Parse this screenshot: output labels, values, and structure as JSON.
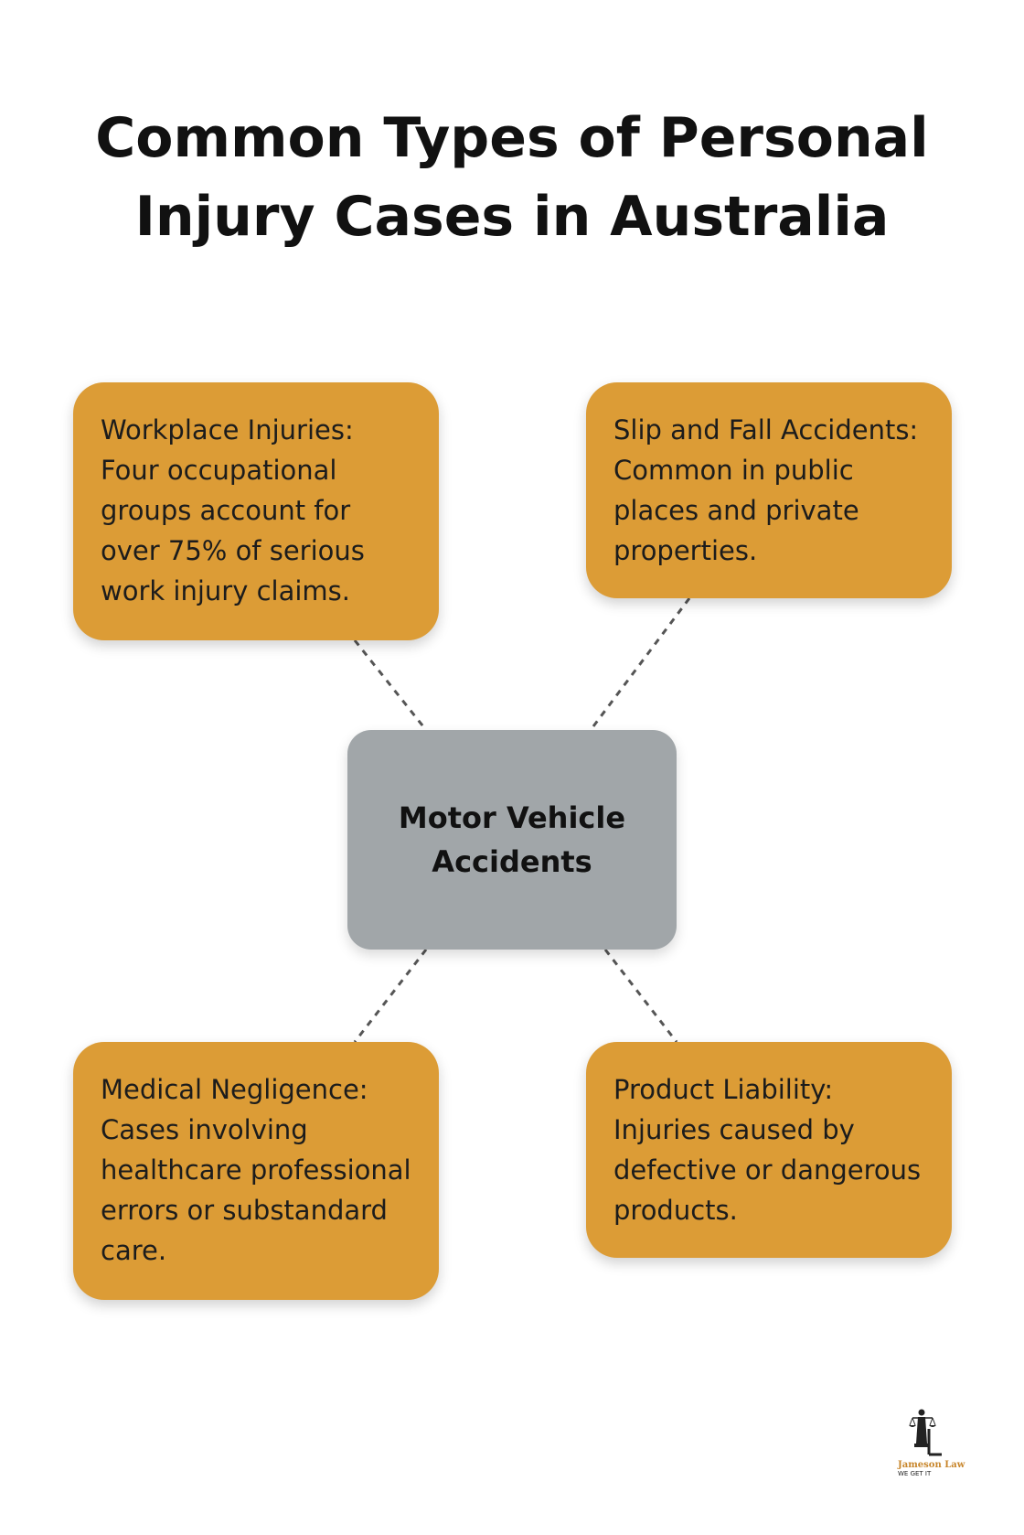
{
  "title": "Common Types of Personal Injury Cases in Australia",
  "center": {
    "label": "Motor Vehicle Accidents"
  },
  "nodes": [
    {
      "id": "workplace-injuries",
      "text": "Workplace Injuries: Four occupational groups account for over 75% of serious work injury claims."
    },
    {
      "id": "slip-and-fall-accidents",
      "text": "Slip and Fall Accidents: Common in public places and private properties."
    },
    {
      "id": "medical-negligence",
      "text": "Medical Negligence: Cases involving healthcare professional errors or substandard care."
    },
    {
      "id": "product-liability",
      "text": "Product Liability: Injuries caused by defective or dangerous products."
    }
  ],
  "logo": {
    "name": "Jameson Law",
    "tagline": "WE GET IT"
  },
  "colors": {
    "node_fill": "#dc9c36",
    "center_fill": "#a1a6a9",
    "connector": "#555555",
    "logo_accent": "#c8862b"
  }
}
